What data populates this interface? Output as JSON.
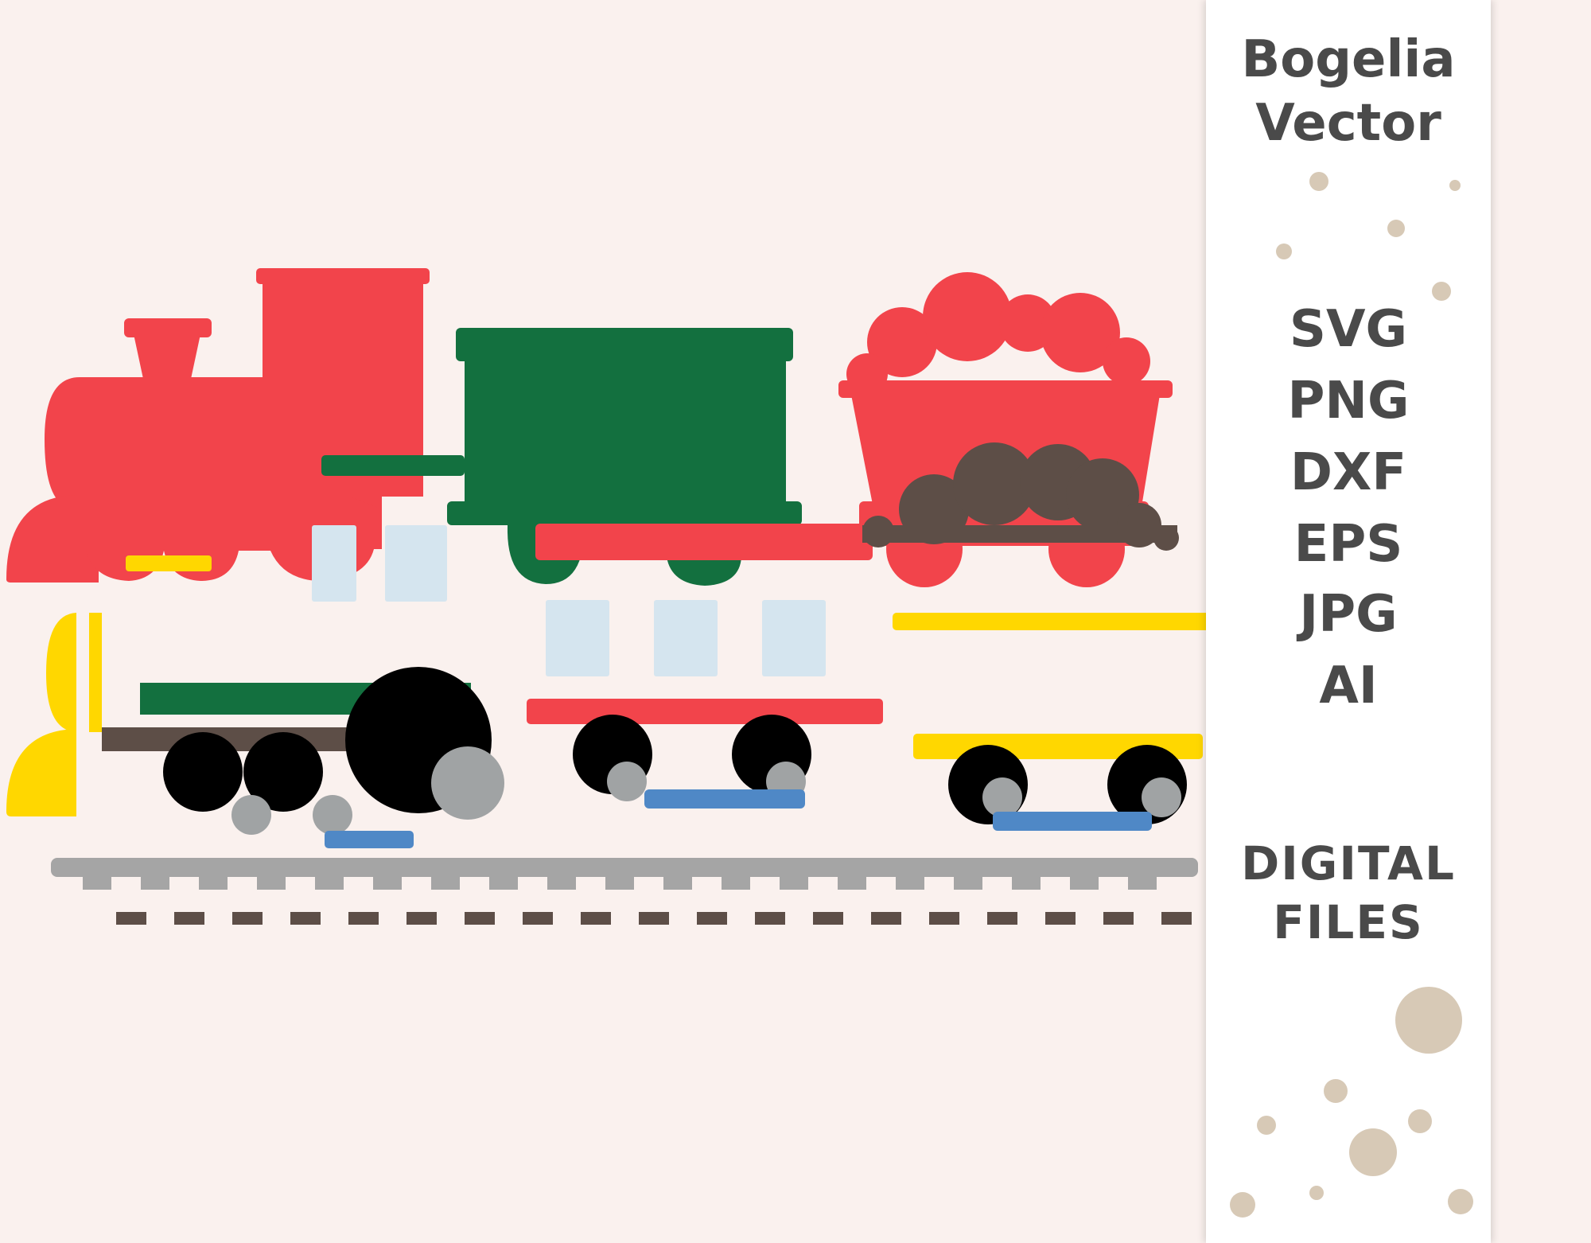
{
  "brand": {
    "line1": "Bogelia",
    "line2": "Vector"
  },
  "formats": [
    "SVG",
    "PNG",
    "DXF",
    "EPS",
    "JPG",
    "AI"
  ],
  "tagline": {
    "line1": "DIGITAL",
    "line2": "FILES"
  },
  "colors": {
    "background": "#faf1ee",
    "red": "#f2444b",
    "green": "#13703f",
    "yellow": "#ffd700",
    "brown": "#5d4e47",
    "black": "#000000",
    "gray": "#a0a3a4",
    "blue": "#4f88c6",
    "window": "#d5e5ef",
    "rail": "#a5a5a5",
    "dot": "#d7c9b6",
    "text": "#4a4a4a"
  }
}
